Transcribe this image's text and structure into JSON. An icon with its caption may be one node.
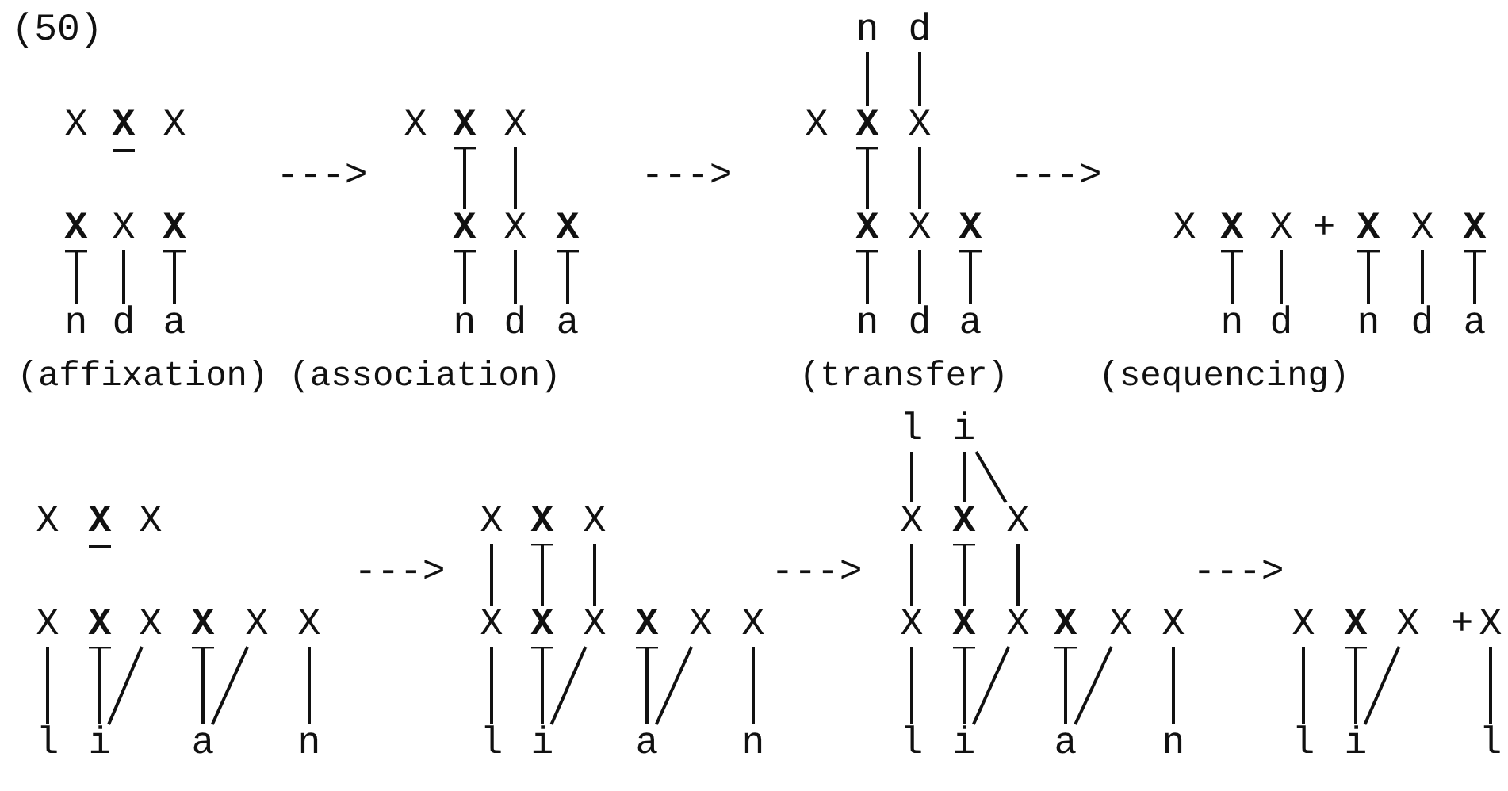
{
  "diagram": {
    "nodes": [
      {
        "text": [
          "X"
        ]
      },
      {
        "text": [
          "X"
        ]
      },
      {
        "text": [
          "X"
        ]
      },
      {
        "text": [
          "X"
        ]
      },
      {
        "text": [
          "X"
        ]
      },
      {
        "text": [
          "X"
        ]
      },
      {
        "text": [
          "n"
        ]
      },
      {
        "text": [
          "d"
        ]
      },
      {
        "text": [
          "a"
        ]
      },
      {
        "text": [
          "X"
        ]
      },
      {
        "text": [
          "X"
        ]
      },
      {
        "text": [
          "X"
        ]
      },
      {
        "text": [
          "X"
        ]
      },
      {
        "text": [
          "X"
        ]
      },
      {
        "text": [
          "X"
        ]
      },
      {
        "text": [
          "n"
        ]
      },
      {
        "text": [
          "d"
        ]
      },
      {
        "text": [
          "a"
        ]
      },
      {
        "text": [
          "n"
        ]
      },
      {
        "text": [
          "d"
        ]
      },
      {
        "text": [
          "X"
        ]
      },
      {
        "text": [
          "X"
        ]
      },
      {
        "text": [
          "X"
        ]
      },
      {
        "text": [
          "X"
        ]
      },
      {
        "text": [
          "X"
        ]
      },
      {
        "text": [
          "X"
        ]
      },
      {
        "text": [
          "n"
        ]
      },
      {
        "text": [
          "d"
        ]
      },
      {
        "text": [
          "a"
        ]
      },
      {
        "text": [
          "X"
        ]
      },
      {
        "text": [
          "X"
        ]
      },
      {
        "text": [
          "X"
        ]
      },
      {
        "text": [
          "X"
        ]
      },
      {
        "text": [
          "X"
        ]
      },
      {
        "text": [
          "X"
        ]
      },
      {
        "text": [
          "n"
        ]
      },
      {
        "text": [
          "d"
        ]
      },
      {
        "text": [
          "n"
        ]
      },
      {
        "text": [
          "d"
        ]
      },
      {
        "text": [
          "a"
        ]
      },
      {
        "text": [
          "X"
        ]
      },
      {
        "text": [
          "X"
        ]
      },
      {
        "text": [
          "X"
        ]
      },
      {
        "text": [
          "X"
        ]
      },
      {
        "text": [
          "X"
        ]
      },
      {
        "text": [
          "X"
        ]
      },
      {
        "text": [
          "X"
        ]
      },
      {
        "text": [
          "X"
        ]
      },
      {
        "text": [
          "X"
        ]
      },
      {
        "text": [
          "l"
        ]
      },
      {
        "text": [
          "i"
        ]
      },
      {
        "text": [
          "a"
        ]
      },
      {
        "text": [
          "n"
        ]
      },
      {
        "text": [
          "X"
        ]
      },
      {
        "text": [
          "X"
        ]
      },
      {
        "text": [
          "X"
        ]
      },
      {
        "text": [
          "X"
        ]
      },
      {
        "text": [
          "X"
        ]
      },
      {
        "text": [
          "X"
        ]
      },
      {
        "text": [
          "X"
        ]
      },
      {
        "text": [
          "X"
        ]
      },
      {
        "text": [
          "X"
        ]
      },
      {
        "text": [
          "l"
        ]
      },
      {
        "text": [
          "i"
        ]
      },
      {
        "text": [
          "a"
        ]
      },
      {
        "text": [
          "n"
        ]
      },
      {
        "text": [
          "l"
        ]
      },
      {
        "text": [
          "i"
        ]
      },
      {
        "text": [
          "X"
        ]
      },
      {
        "text": [
          "X"
        ]
      },
      {
        "text": [
          "X"
        ]
      },
      {
        "text": [
          "X"
        ]
      },
      {
        "text": [
          "X"
        ]
      },
      {
        "text": [
          "X"
        ]
      },
      {
        "text": [
          "X"
        ]
      },
      {
        "text": [
          "X"
        ]
      },
      {
        "text": [
          "X"
        ]
      },
      {
        "text": [
          "l"
        ]
      },
      {
        "text": [
          "i"
        ]
      },
      {
        "text": [
          "a"
        ]
      },
      {
        "text": [
          "n"
        ]
      },
      {
        "text": [
          "X"
        ]
      },
      {
        "text": [
          "X"
        ]
      },
      {
        "text": [
          "X"
        ]
      },
      {
        "text": [
          "X"
        ]
      },
      {
        "text": [
          "l"
        ]
      },
      {
        "text": [
          "i"
        ]
      },
      {
        "text": [
          "l"
        ]
      }
    ],
    "edges": [
      {
        "from": 3,
        "to": 6,
        "arrow": "other"
      },
      {
        "from": 4,
        "to": 7,
        "arrow": "none"
      },
      {
        "from": 5,
        "to": 8,
        "arrow": "other"
      },
      {
        "from": 10,
        "to": 12,
        "arrow": "other"
      },
      {
        "from": 11,
        "to": 13,
        "arrow": "none"
      },
      {
        "from": 12,
        "to": 15,
        "arrow": "other"
      },
      {
        "from": 13,
        "to": 16,
        "arrow": "none"
      },
      {
        "from": 14,
        "to": 17,
        "arrow": "other"
      },
      {
        "from": 18,
        "to": 21,
        "arrow": "none"
      },
      {
        "from": 19,
        "to": 22,
        "arrow": "none"
      },
      {
        "from": 21,
        "to": 23,
        "arrow": "other"
      },
      {
        "from": 22,
        "to": 24,
        "arrow": "none"
      },
      {
        "from": 23,
        "to": 26,
        "arrow": "other"
      },
      {
        "from": 24,
        "to": 27,
        "arrow": "none"
      },
      {
        "from": 25,
        "to": 28,
        "arrow": "other"
      },
      {
        "from": 30,
        "to": 35,
        "arrow": "other"
      },
      {
        "from": 31,
        "to": 36,
        "arrow": "none"
      },
      {
        "from": 32,
        "to": 37,
        "arrow": "other"
      },
      {
        "from": 33,
        "to": 38,
        "arrow": "none"
      },
      {
        "from": 34,
        "to": 39,
        "arrow": "other"
      },
      {
        "from": 43,
        "to": 49,
        "arrow": "none"
      },
      {
        "from": 44,
        "to": 50,
        "arrow": "other"
      },
      {
        "from": 45,
        "to": 50,
        "arrow": "none"
      },
      {
        "from": 46,
        "to": 51,
        "arrow": "other"
      },
      {
        "from": 47,
        "to": 51,
        "arrow": "none"
      },
      {
        "from": 48,
        "to": 52,
        "arrow": "none"
      },
      {
        "from": 53,
        "to": 56,
        "arrow": "none"
      },
      {
        "from": 54,
        "to": 57,
        "arrow": "other"
      },
      {
        "from": 55,
        "to": 58,
        "arrow": "none"
      },
      {
        "from": 56,
        "to": 62,
        "arrow": "none"
      },
      {
        "from": 57,
        "to": 63,
        "arrow": "other"
      },
      {
        "from": 58,
        "to": 63,
        "arrow": "none"
      },
      {
        "from": 59,
        "to": 64,
        "arrow": "other"
      },
      {
        "from": 60,
        "to": 64,
        "arrow": "none"
      },
      {
        "from": 61,
        "to": 65,
        "arrow": "none"
      },
      {
        "from": 66,
        "to": 68,
        "arrow": "none"
      },
      {
        "from": 67,
        "to": 69,
        "arrow": "none"
      },
      {
        "from": 67,
        "to": 70,
        "arrow": "none"
      },
      {
        "from": 68,
        "to": 71,
        "arrow": "none"
      },
      {
        "from": 69,
        "to": 72,
        "arrow": "other"
      },
      {
        "from": 70,
        "to": 73,
        "arrow": "none"
      },
      {
        "from": 71,
        "to": 77,
        "arrow": "none"
      },
      {
        "from": 72,
        "to": 78,
        "arrow": "other"
      },
      {
        "from": 73,
        "to": 78,
        "arrow": "none"
      },
      {
        "from": 74,
        "to": 79,
        "arrow": "other"
      },
      {
        "from": 75,
        "to": 79,
        "arrow": "none"
      },
      {
        "from": 76,
        "to": 80,
        "arrow": "none"
      },
      {
        "from": 81,
        "to": 85,
        "arrow": "none"
      },
      {
        "from": 82,
        "to": 86,
        "arrow": "other"
      },
      {
        "from": 83,
        "to": 86,
        "arrow": "none"
      },
      {
        "from": 84,
        "to": 87,
        "arrow": "none"
      }
    ],
    "labels": [
      "(50)",
      "--->",
      "--->",
      "--->",
      "+",
      "(affixation)",
      "(association)",
      "(transfer)",
      "(sequencing)",
      "--->",
      "--->",
      "--->",
      "+"
    ]
  }
}
